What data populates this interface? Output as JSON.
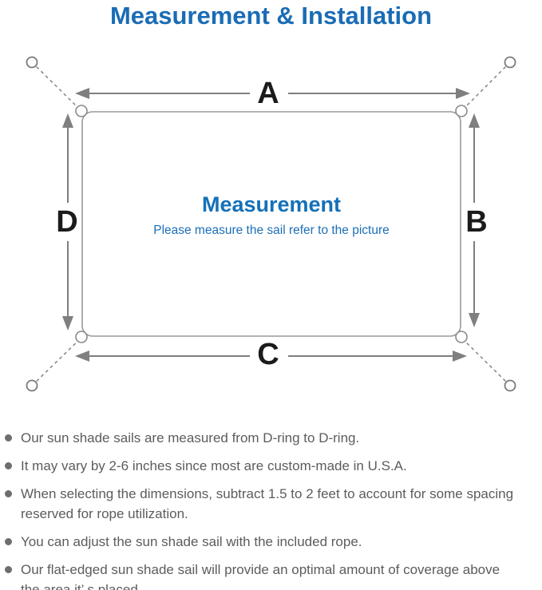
{
  "title": "Measurement & Installation",
  "diagram": {
    "labels": {
      "top": "A",
      "right": "B",
      "bottom": "C",
      "left": "D"
    },
    "center": {
      "heading": "Measurement",
      "subheading": "Please measure the sail refer to the picture"
    }
  },
  "notes": {
    "items": [
      {
        "lines": [
          "Our sun shade sails are measured from D-ring to D-ring."
        ]
      },
      {
        "lines": [
          "It may vary by 2-6 inches since most are custom-made in U.S.A."
        ]
      },
      {
        "lines": [
          "When selecting the dimensions, subtract 1.5 to 2 feet to account for some spacing",
          "reserved for rope utilization."
        ]
      },
      {
        "lines": [
          "You can adjust the sun shade sail with the included rope."
        ]
      },
      {
        "lines": [
          "Our flat-edged sun shade sail will provide an optimal amount of coverage above",
          "the area it’ s placed."
        ]
      }
    ]
  },
  "colors": {
    "accent_blue": "#1a6cb5",
    "center_blue": "#1470b8",
    "text_gray": "#5c5c5c",
    "line_gray": "#7f7f7f"
  }
}
